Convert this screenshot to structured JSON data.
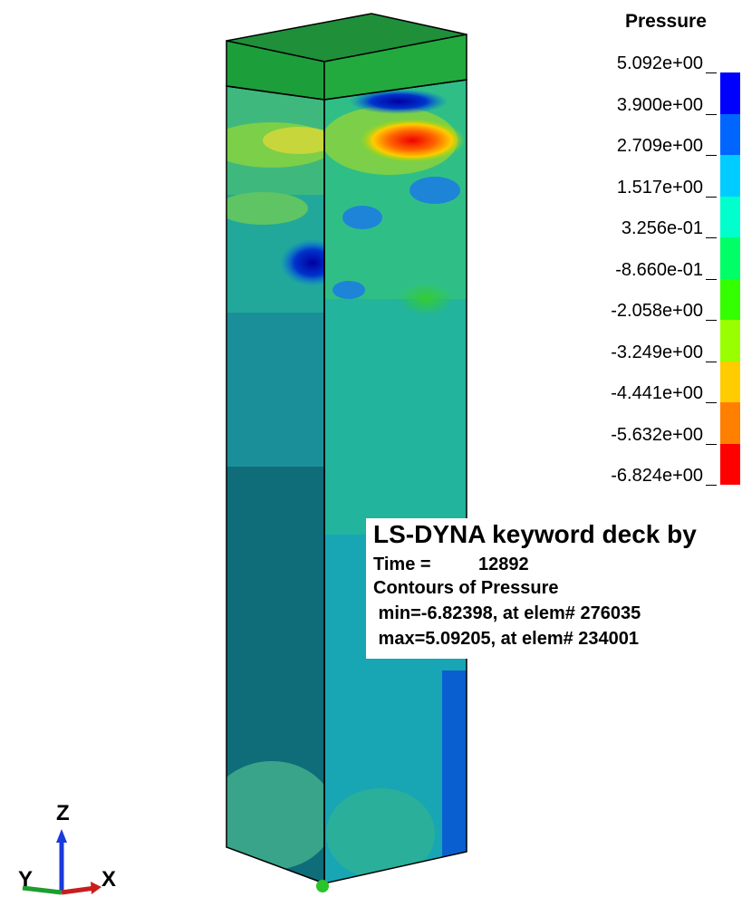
{
  "legend": {
    "title": "Pressure",
    "values": [
      "5.092e+00",
      "3.900e+00",
      "2.709e+00",
      "1.517e+00",
      "3.256e-01",
      "-8.660e-01",
      "-2.058e+00",
      "-3.249e+00",
      "-4.441e+00",
      "-5.632e+00",
      "-6.824e+00"
    ],
    "colors": [
      "#0000ff",
      "#0066ff",
      "#00ccff",
      "#00ffcc",
      "#00ff66",
      "#33ff00",
      "#99ff00",
      "#ffcc00",
      "#ff7f00",
      "#ff0000"
    ]
  },
  "info": {
    "title": "LS-DYNA keyword deck by",
    "time_label": "Time =",
    "time_value": "12892",
    "contours": "Contours of Pressure",
    "min": " min=-6.82398, at elem# 276035",
    "max": " max=5.09205, at elem# 234001"
  },
  "triad": {
    "z": "Z",
    "y": "Y",
    "x": "X"
  }
}
